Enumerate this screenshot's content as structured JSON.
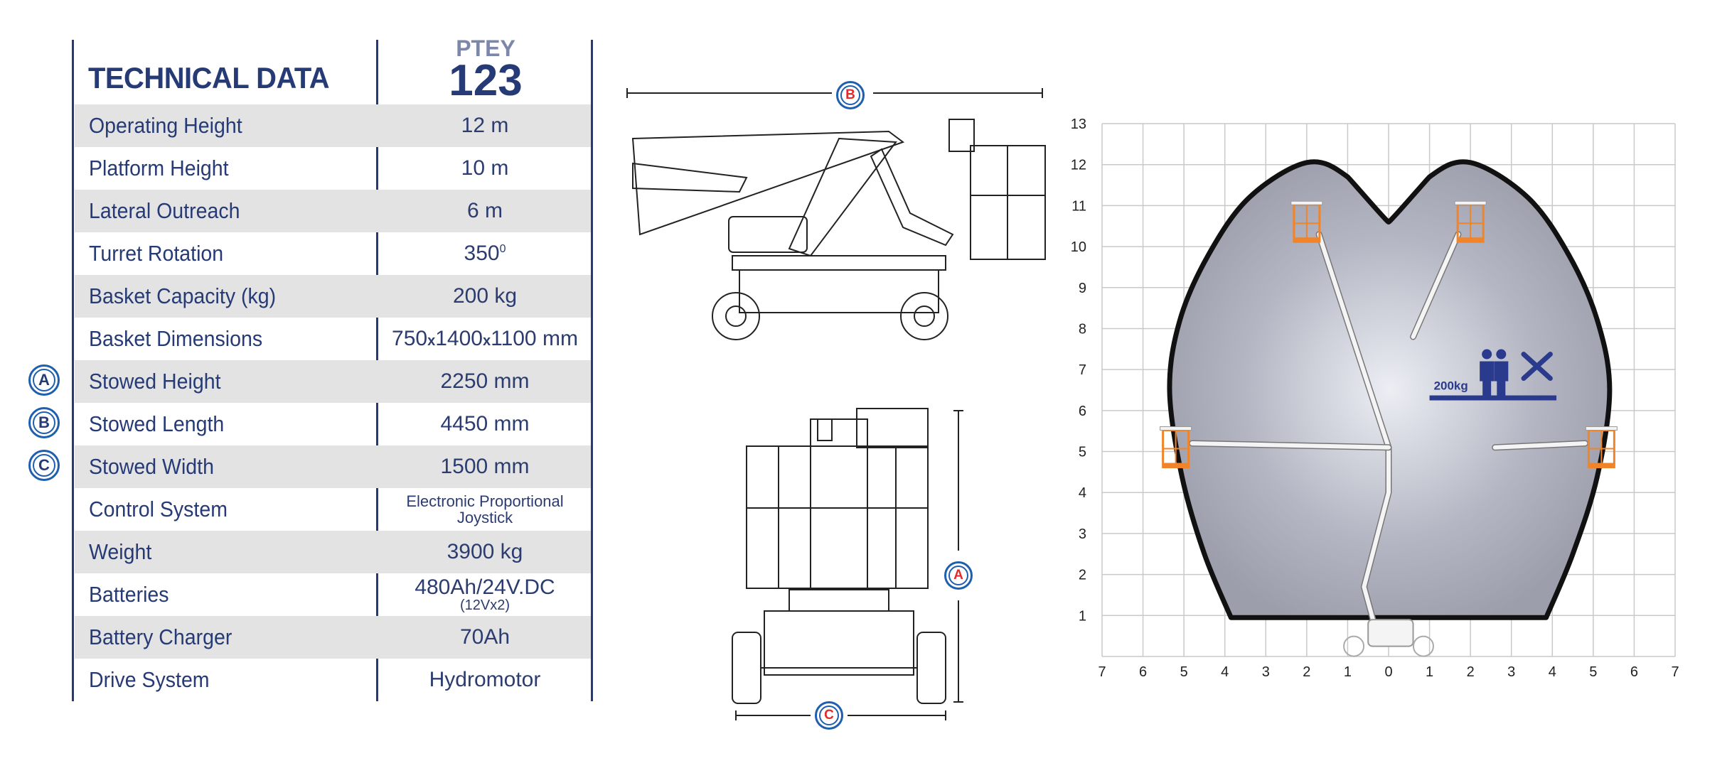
{
  "header": {
    "title": "TECHNICAL DATA",
    "model_prefix": "PTEY",
    "model_number": "123"
  },
  "rows": [
    {
      "label": "Operating Height",
      "value": "12 m"
    },
    {
      "label": "Platform Height",
      "value": "10 m"
    },
    {
      "label": "Lateral Outreach",
      "value": "6 m"
    },
    {
      "label": "Turret Rotation",
      "value": "350",
      "value_sup": "0"
    },
    {
      "label": "Basket Capacity (kg)",
      "value": "200 kg"
    },
    {
      "label": "Basket Dimensions",
      "value_parts": [
        "750",
        "x",
        "1400",
        "x",
        "1100 mm"
      ]
    },
    {
      "label": "Stowed Height",
      "value": "2250 mm",
      "marker": "A"
    },
    {
      "label": "Stowed Length",
      "value": "4450 mm",
      "marker": "B"
    },
    {
      "label": "Stowed Width",
      "value": "1500 mm",
      "marker": "C"
    },
    {
      "label": "Control System",
      "value_line1": "Electronic Proportional",
      "value_line2": "Joystick"
    },
    {
      "label": "Weight",
      "value": "3900 kg"
    },
    {
      "label": "Batteries",
      "value_line1": "480Ah/24V.DC",
      "value_line2": "(12Vx2)"
    },
    {
      "label": "Battery Charger",
      "value": "70Ah"
    },
    {
      "label": "Drive System",
      "value": "Hydromotor"
    }
  ],
  "dimension_markers": {
    "length": "B",
    "height": "A",
    "width": "C"
  },
  "colors": {
    "navy": "#263a75",
    "row_grey": "#e3e3e3",
    "basket_orange": "#f0842a",
    "marker_red": "#e32a2a",
    "marker_blue": "#1e5fae"
  },
  "chart_data": {
    "type": "area",
    "title": "Working envelope",
    "x_ticks": [
      "7",
      "6",
      "5",
      "4",
      "3",
      "2",
      "1",
      "0",
      "1",
      "2",
      "3",
      "4",
      "5",
      "6",
      "7"
    ],
    "y_ticks": [
      "1",
      "2",
      "3",
      "4",
      "5",
      "6",
      "7",
      "8",
      "9",
      "10",
      "11",
      "12",
      "13"
    ],
    "xlim": [
      -7,
      7
    ],
    "ylim": [
      0,
      13
    ],
    "grid": true,
    "envelope": [
      [
        -3.85,
        0.95
      ],
      [
        -4.5,
        2.5
      ],
      [
        -5.05,
        4.4
      ],
      [
        -5.35,
        6.5
      ],
      [
        -5.1,
        8.2
      ],
      [
        -4.4,
        9.8
      ],
      [
        -3.4,
        11.2
      ],
      [
        -2.0,
        12.05
      ],
      [
        -1.0,
        11.7
      ],
      [
        0,
        10.6
      ],
      [
        1.0,
        11.7
      ],
      [
        2.0,
        12.05
      ],
      [
        3.4,
        11.2
      ],
      [
        4.4,
        9.8
      ],
      [
        5.1,
        8.2
      ],
      [
        5.4,
        6.5
      ],
      [
        5.1,
        4.4
      ],
      [
        4.5,
        2.5
      ],
      [
        3.85,
        0.95
      ]
    ],
    "basket_positions": [
      [
        -2.0,
        10.5
      ],
      [
        2.0,
        10.5
      ],
      [
        -5.2,
        5.0
      ],
      [
        5.2,
        5.0
      ]
    ],
    "payload_label": "200kg",
    "payload_position": [
      1.0,
      6.3
    ]
  }
}
